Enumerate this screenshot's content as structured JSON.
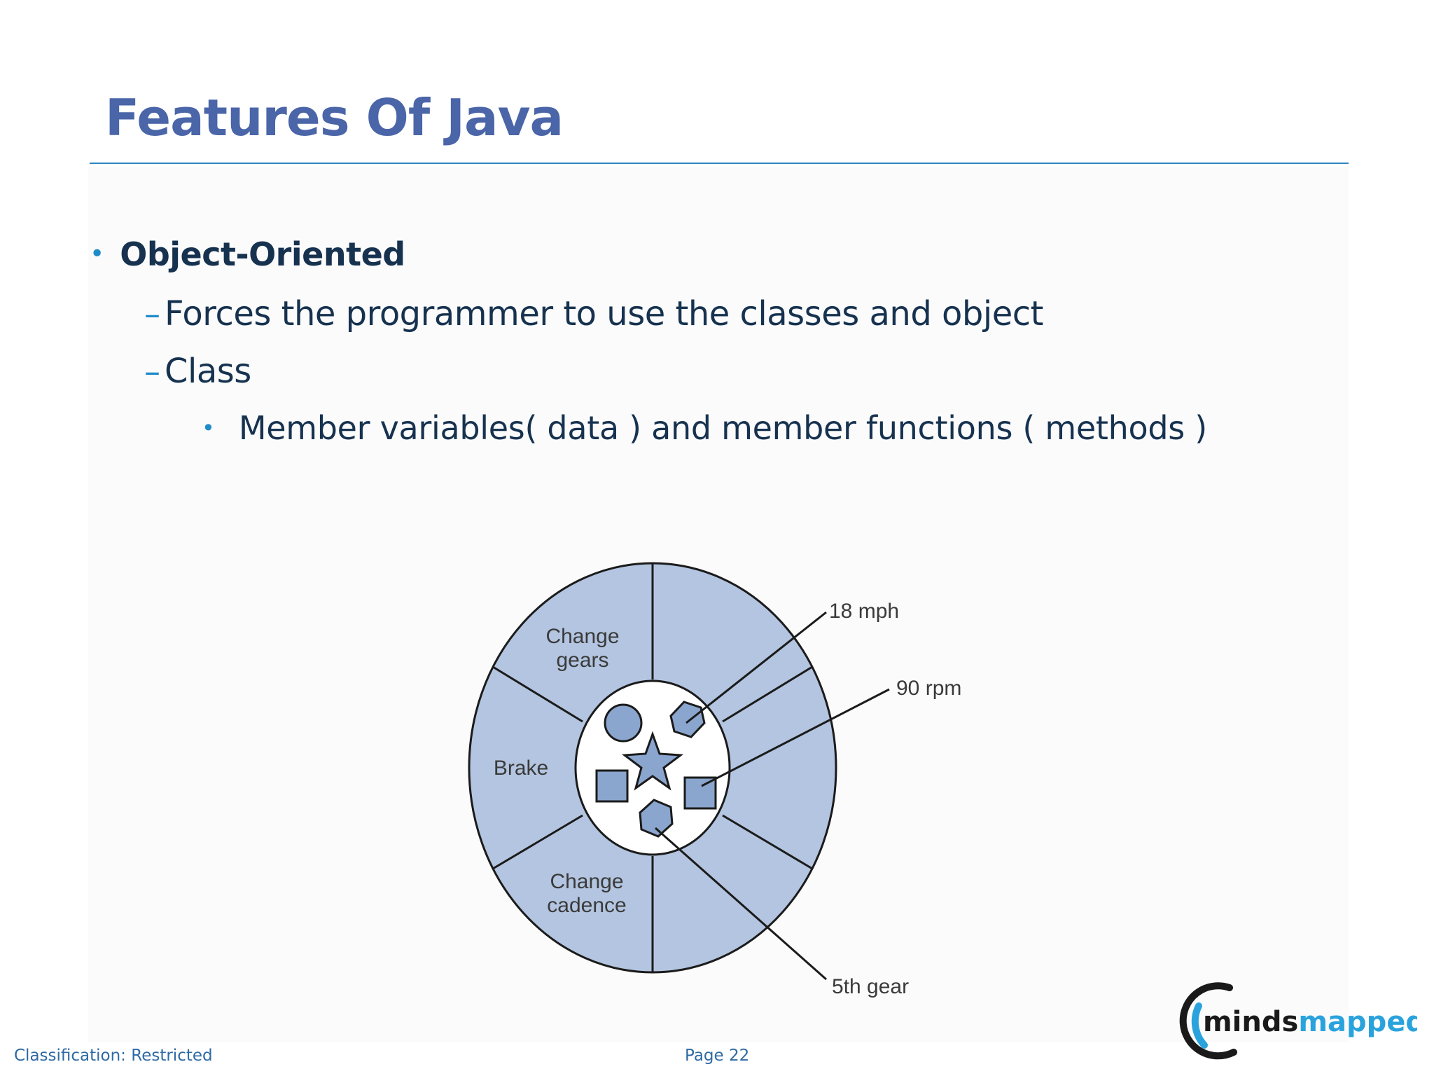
{
  "slide": {
    "title": "Features Of Java",
    "bullets": {
      "level1": "Object-Oriented",
      "level2a": "Forces the programmer to use the classes and object",
      "level2b": "Class",
      "level3": "Member variables( data ) and member functions ( methods )"
    },
    "glyphs": {
      "dot": "•",
      "dash": "–"
    }
  },
  "diagram": {
    "segments": {
      "change_gears": [
        "Change",
        "gears"
      ],
      "brake": "Brake",
      "change_cadence": [
        "Change",
        "cadence"
      ]
    },
    "callouts": {
      "speed": "18 mph",
      "cadence": "90 rpm",
      "gear": "5th gear"
    }
  },
  "footer": {
    "classification": "Classification: Restricted",
    "page": "Page 22"
  },
  "logo": {
    "text_dark": "minds",
    "text_blue": "mapped"
  },
  "colors": {
    "title": "#4a65a8",
    "accent": "#1f8bc9",
    "body_text": "#16324f",
    "diagram_fill": "#b3c5e0"
  }
}
